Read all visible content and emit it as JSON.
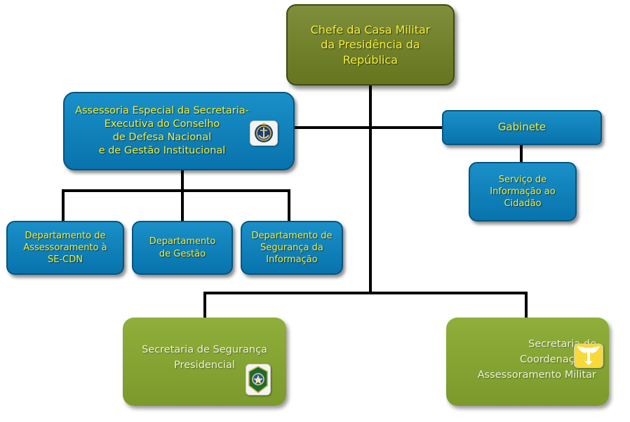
{
  "chief": "Chefe da Casa Militar\nda Presidência da\nRepública",
  "assessoria": "Assessoria Especial da Secretaria-\nExecutiva do Conselho\nde Defesa Nacional\ne de Gestão Institucional",
  "gabinete": "Gabinete",
  "servico": "Serviço de\nInformação ao\nCidadão",
  "departamentos": [
    "Departamento de\nAssessoramento à\nSE-CDN",
    "Departamento\nde Gestão",
    "Departamento de\nSegurança da\nInformação"
  ],
  "secretaria_seguranca": "Secretaria de Segurança\nPresidencial",
  "secretaria_coordenacao": "Secretaria de\nCoordenação e\nAssessoramento Militar",
  "emblems": {
    "assessoria": "navy-anchor-emblem-icon",
    "seguranca": "army-emblem-icon",
    "coordenacao": "air-force-eagle-emblem-icon"
  },
  "colors": {
    "chief_box": "#6f7f2a",
    "blue_box": "#0f82bf",
    "green_box": "#85a432",
    "connector": "#000000",
    "highlight_text": "#f4ef3a"
  }
}
